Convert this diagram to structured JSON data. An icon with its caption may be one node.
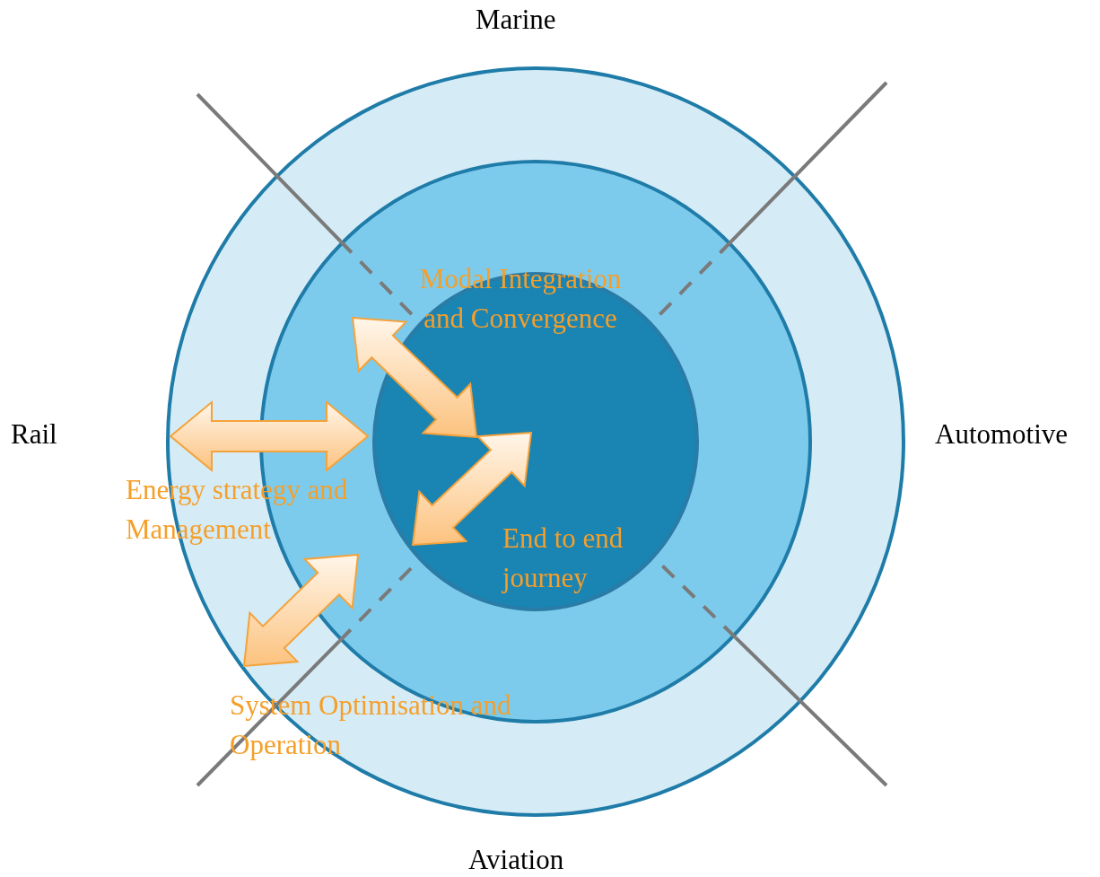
{
  "diagram": {
    "nodes": [
      {
        "text": [
          "System Optimisation and Operation"
        ]
      },
      {
        "text": [
          "Energy strategy and Management"
        ],
        "in": 0
      },
      {
        "text": [
          "Modal Integration and Convergence",
          "End to end journey"
        ],
        "in": 1
      }
    ],
    "edges": [
      {
        "from": 0,
        "to": 2,
        "arrow": "both"
      }
    ],
    "labels": [
      "Marine",
      "Rail",
      "Automotive",
      "Aviation"
    ]
  }
}
